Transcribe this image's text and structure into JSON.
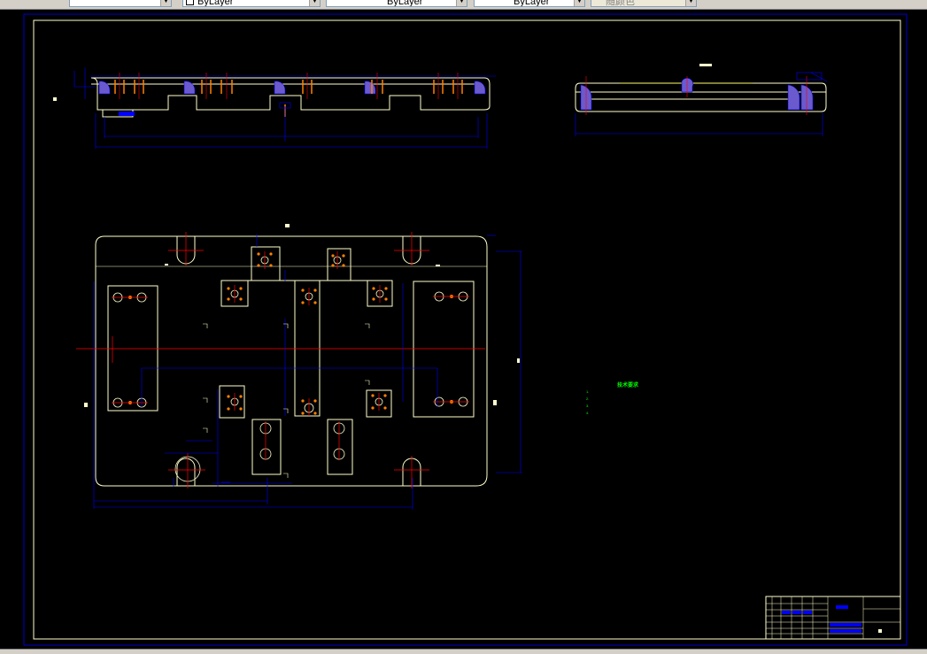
{
  "toolbar": {
    "layer_label": "",
    "color_label": "ByLayer",
    "linetype_label": "ByLayer",
    "lineweight_label": "ByLayer",
    "plotstyle_label": "随颜色"
  },
  "drawing": {
    "view_label_front": "",
    "view_label_side": "",
    "view_label_top": "",
    "section_marker_left": "",
    "section_marker_right": ""
  },
  "technical_requirements": {
    "title": "技术要求",
    "items": [
      "1.",
      "2.",
      "3.",
      "4."
    ]
  },
  "title_block": {
    "school": "",
    "drawing_name": "",
    "part_name": "",
    "sheet": ""
  },
  "colors": {
    "background": "#000000",
    "outline": "#ffffcc",
    "dimension": "#0000ff",
    "centerline": "#ff0000",
    "hole": "#ff8000",
    "note": "#00ff00",
    "frame_inner": "#ffffcc",
    "frame_outer": "#0000cc"
  }
}
